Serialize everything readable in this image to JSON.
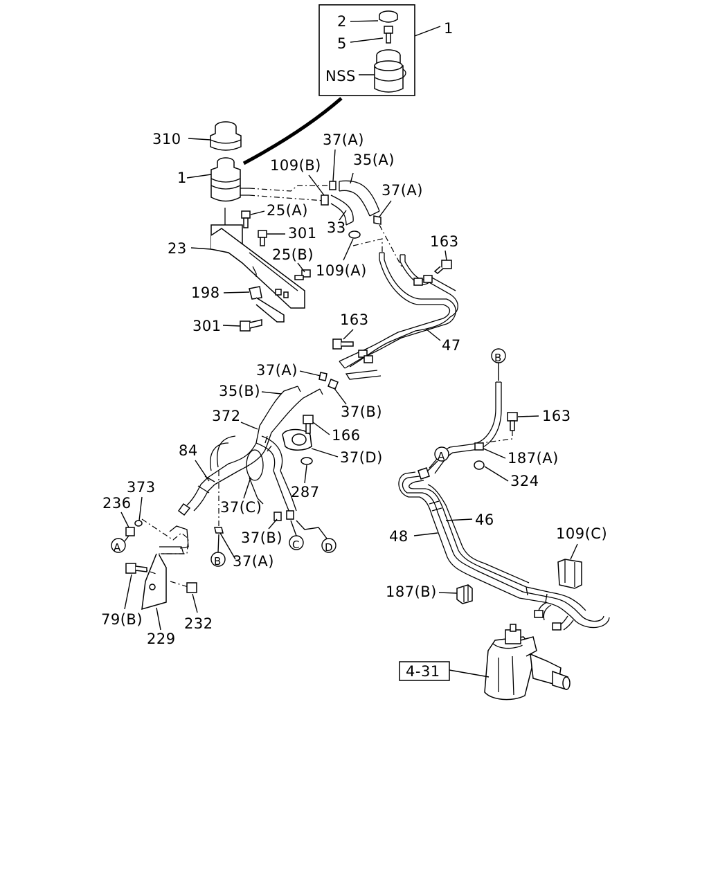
{
  "callouts": {
    "c1_top": "1",
    "c2": "2",
    "c5": "5",
    "nss": "NSS",
    "c310": "310",
    "c1": "1",
    "c37a_1": "37(A)",
    "c35a": "35(A)",
    "c109b": "109(B)",
    "c37a_2": "37(A)",
    "c25a": "25(A)",
    "c33": "33",
    "c301_1": "301",
    "c23": "23",
    "c25b": "25(B)",
    "c109a": "109(A)",
    "c163_1": "163",
    "c198": "198",
    "c301_2": "301",
    "c163_2": "163",
    "c47": "47",
    "c37a_3": "37(A)",
    "c35b": "35(B)",
    "c37b_1": "37(B)",
    "c372": "372",
    "c166": "166",
    "c37d": "37(D)",
    "c84": "84",
    "c287": "287",
    "c373": "373",
    "c236": "236",
    "c37c": "37(C)",
    "c37b_2": "37(B)",
    "c37a_4": "37(A)",
    "c79b": "79(B)",
    "c232": "232",
    "c229": "229",
    "c163_3": "163",
    "c187a": "187(A)",
    "c324": "324",
    "c46": "46",
    "c48": "48",
    "c109c": "109(C)",
    "c187b": "187(B)",
    "ref": "4-31"
  },
  "markers": {
    "a_left": "A",
    "b_left": "B",
    "c": "C",
    "d": "D",
    "b_right": "B",
    "a_right": "A"
  }
}
